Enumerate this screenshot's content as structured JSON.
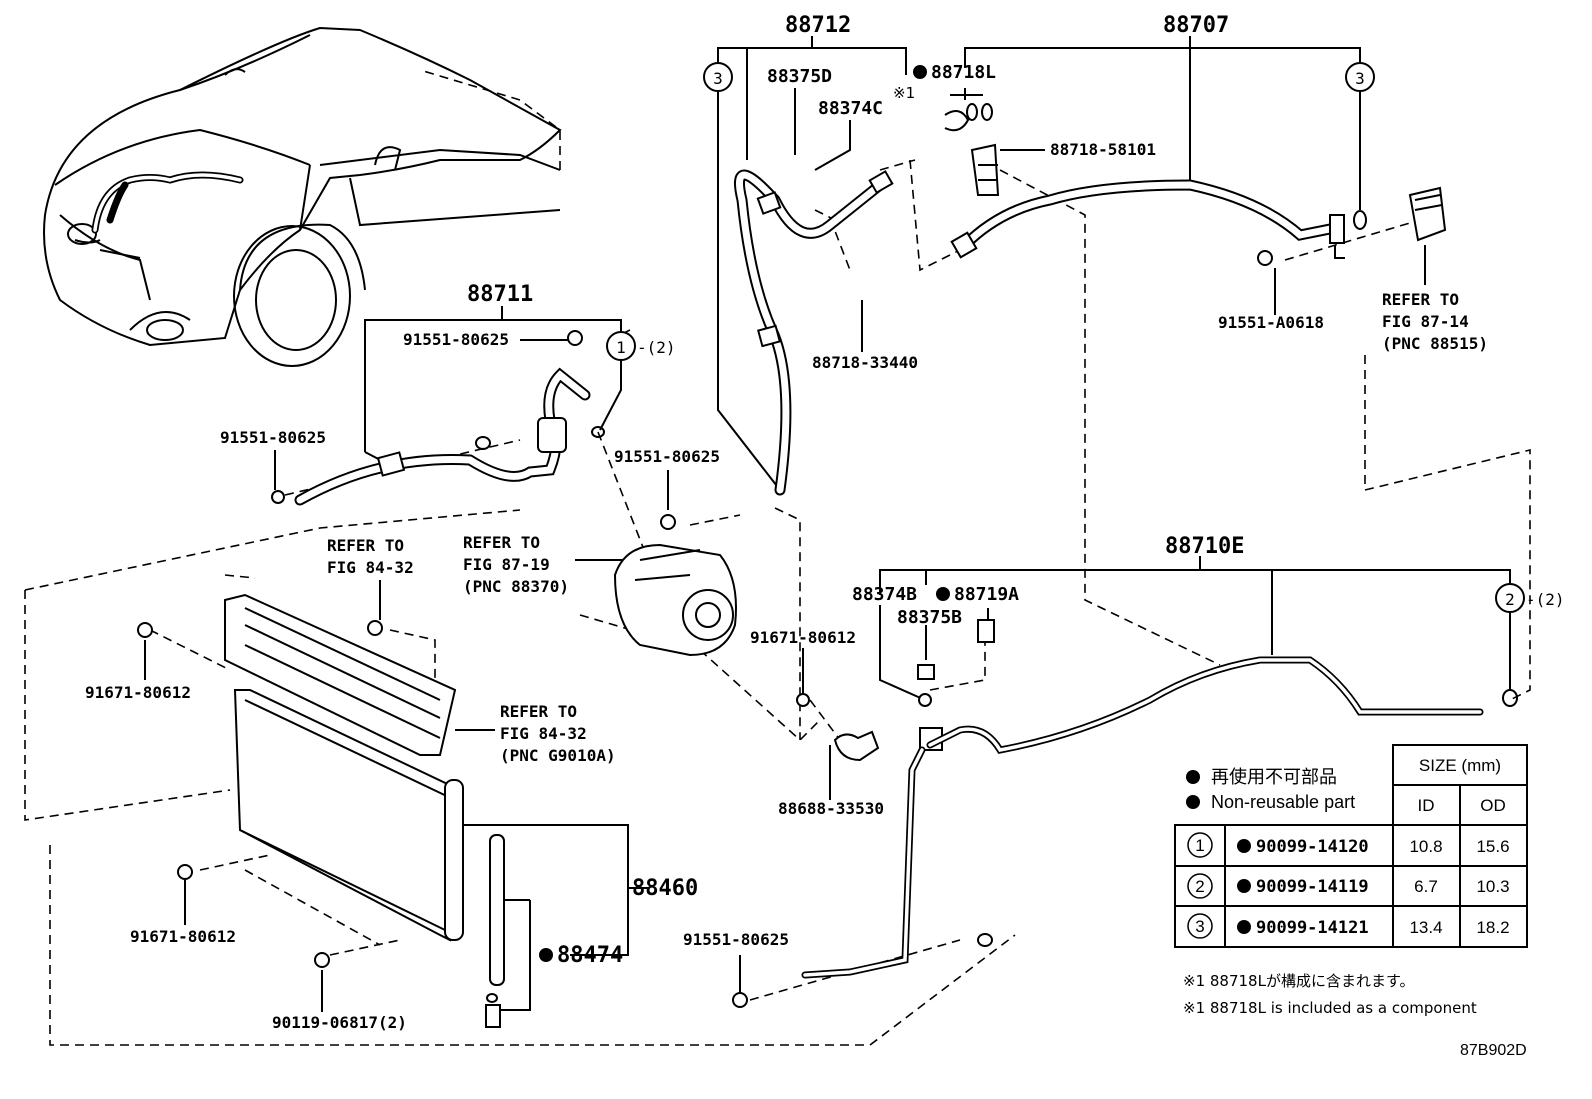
{
  "labels": {
    "p88712": "88712",
    "p88707": "88707",
    "p88375D": "88375D",
    "p88374C": "88374C",
    "ref_mark1": "※1",
    "p88718L": "88718L",
    "p88718_58101": "88718-58101",
    "p88711": "88711",
    "b91551_80625_a": "91551-80625",
    "b91551_80625_b": "91551-80625",
    "b91551_80625_c": "91551-80625",
    "b91551_80625_d": "91551-80625",
    "circ2_suffix_a": "-(2)",
    "circ2_suffix_b": "-(2)",
    "p88718_33440": "88718-33440",
    "b91551_A0618": "91551-A0618",
    "refer_8714": [
      "REFER TO",
      "FIG 87-14",
      "(PNC 88515)"
    ],
    "refer_8719": [
      "REFER TO",
      "FIG 87-19",
      "(PNC 88370)"
    ],
    "refer_8432a": [
      "REFER TO",
      "FIG 84-32"
    ],
    "refer_8432b": [
      "REFER TO",
      "FIG 84-32",
      "(PNC G9010A)"
    ],
    "b91671_80612_a": "91671-80612",
    "b91671_80612_b": "91671-80612",
    "b91671_80612_c": "91671-80612",
    "p88710E": "88710E",
    "p88374B": "88374B",
    "p88719A": "88719A",
    "p88375B": "88375B",
    "p88688_33530": "88688-33530",
    "p88460": "88460",
    "p88474": "88474",
    "b90119_06817": "90119-06817(2)",
    "diagram_code": "87B902D"
  },
  "circles": {
    "c1": "1",
    "c2": "2",
    "c3": "3"
  },
  "legend": {
    "jp": "再使用不可部品",
    "en": "Non-reusable part"
  },
  "oring_table": {
    "size_header": "SIZE (mm)",
    "columns": [
      "ID",
      "OD"
    ],
    "rows": [
      {
        "mark": "1",
        "part": "90099-14120",
        "id": "10.8",
        "od": "15.6"
      },
      {
        "mark": "2",
        "part": "90099-14119",
        "id": "6.7",
        "od": "10.3"
      },
      {
        "mark": "3",
        "part": "90099-14121",
        "id": "13.4",
        "od": "18.2"
      }
    ]
  },
  "footnotes": {
    "jp": "※1 88718Lが構成に含まれます。",
    "en": "※1 88718L is included as a component"
  }
}
